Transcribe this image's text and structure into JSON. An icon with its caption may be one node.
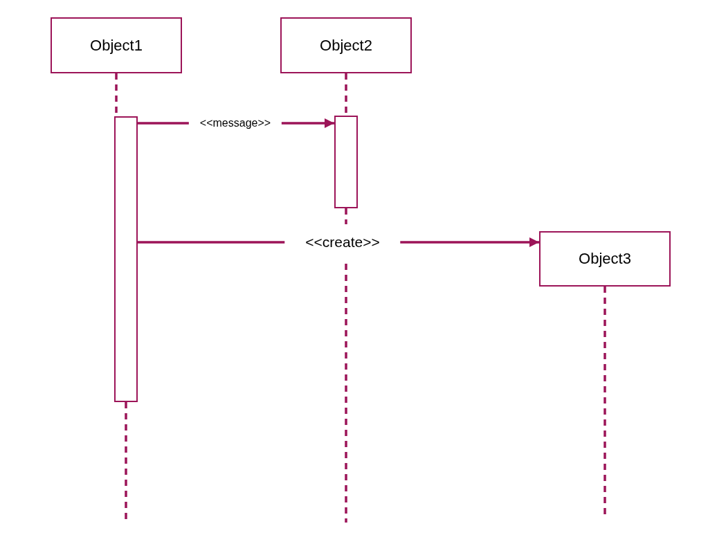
{
  "diagram": {
    "nodes": [
      {
        "text": [
          "Object1"
        ]
      },
      {
        "text": [
          "Object2"
        ]
      },
      {
        "text": [
          "Object3"
        ]
      },
      {
        "text": [],
        "shape": "bar"
      },
      {
        "text": [],
        "shape": "bar"
      }
    ],
    "edges": [
      {
        "from": 0,
        "to": 3,
        "arrow": "none",
        "style": "dashed"
      },
      {
        "from": 3,
        "to": null,
        "arrow": "none",
        "style": "dashed"
      },
      {
        "from": 1,
        "to": 4,
        "arrow": "none",
        "style": "dashed"
      },
      {
        "from": 4,
        "to": null,
        "arrow": "none",
        "style": "dashed"
      },
      {
        "from": 2,
        "to": null,
        "arrow": "none",
        "style": "dashed"
      },
      {
        "from": 3,
        "to": 4,
        "arrow": "to",
        "label": "<<message>>"
      },
      {
        "from": 3,
        "to": 2,
        "arrow": "to",
        "label": "<<create>>"
      }
    ]
  }
}
